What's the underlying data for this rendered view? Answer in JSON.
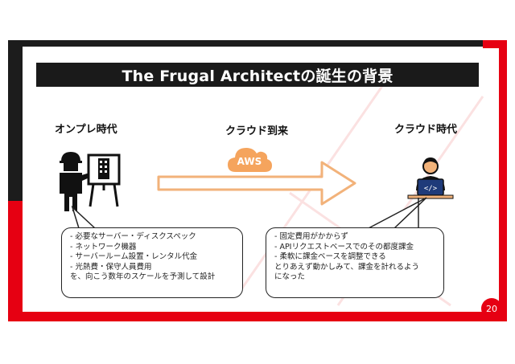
{
  "slide": {
    "title": "The Frugal Architectの誕生の背景",
    "page_number": "20"
  },
  "columns": {
    "onprem": "オンプレ時代",
    "transition": "クラウド到来",
    "cloud": "クラウド時代"
  },
  "aws_badge": "AWS",
  "onprem_bubble": {
    "items": [
      "- 必要なサーバー・ディスクスペック",
      "- ネットワーク機器",
      "- サーバールーム設置・レンタル代金",
      "- 光熱費・保守人員費用"
    ],
    "note": "を、向こう数年のスケールを予測して設計"
  },
  "cloud_bubble": {
    "items": [
      "- 固定費用がかからず",
      "- APIリクエストベースでのその都度課金",
      "- 柔軟に課金ベースを調整できる"
    ],
    "note_line1": "とりあえず動かしみて、課金を計れるよう",
    "note_line2": "になった"
  },
  "colors": {
    "accent_red": "#e60012",
    "dark": "#1a1a1a",
    "arrow_orange": "#f2b27a",
    "aws_orange": "#f5a45d"
  }
}
